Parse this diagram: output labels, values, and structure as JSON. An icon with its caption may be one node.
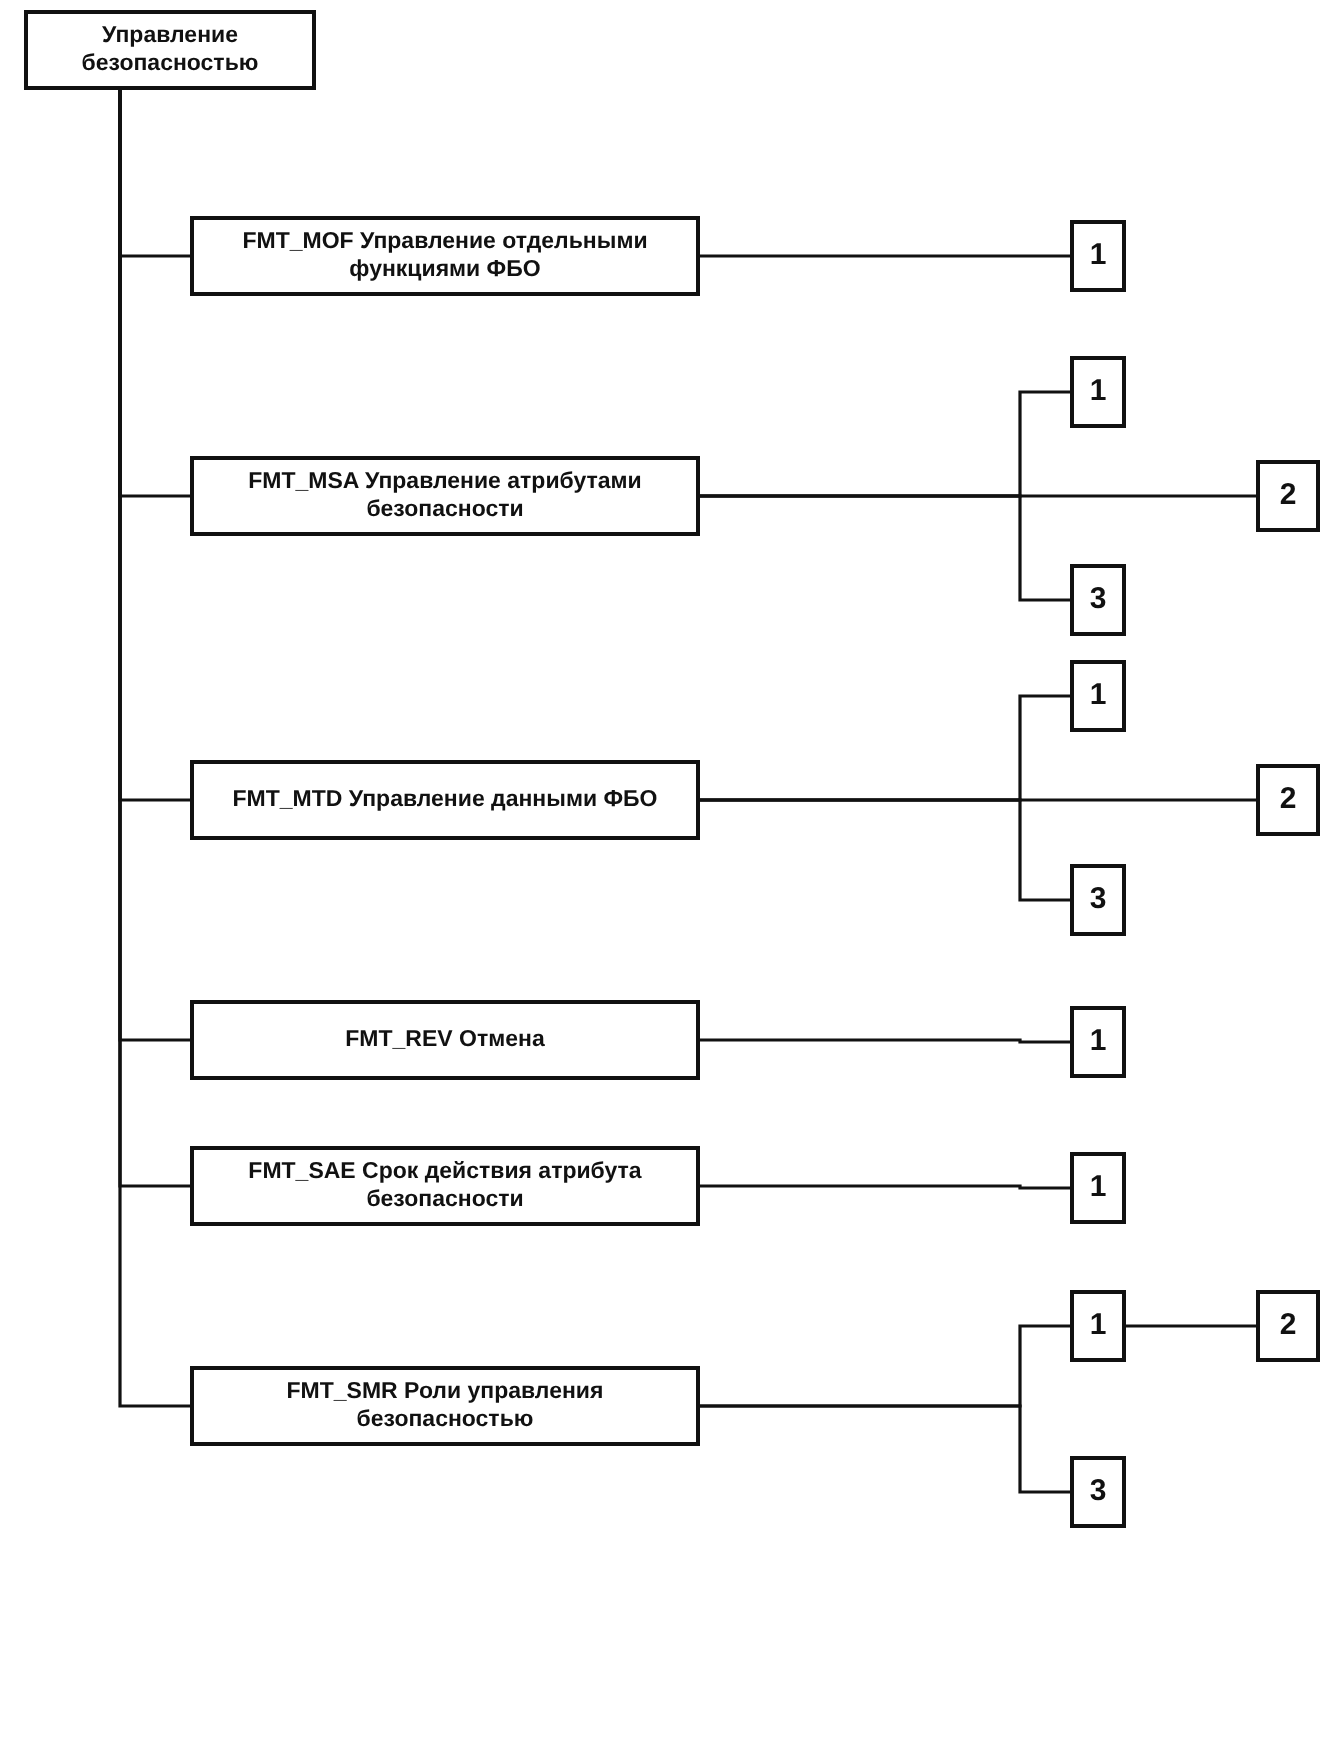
{
  "diagram": {
    "nodes": [
      {
        "text": [
          "Управление безопасностью"
        ]
      },
      {
        "text": [
          "FMT_MOF Управление отдельными функциями ФБО"
        ]
      },
      {
        "text": [
          "1"
        ]
      },
      {
        "text": [
          "FMT_MSA Управление атрибутами безопасности"
        ]
      },
      {
        "text": [
          "1"
        ]
      },
      {
        "text": [
          "2"
        ]
      },
      {
        "text": [
          "3"
        ]
      },
      {
        "text": [
          "FMT_MTD Управление данными ФБО"
        ]
      },
      {
        "text": [
          "1"
        ]
      },
      {
        "text": [
          "2"
        ]
      },
      {
        "text": [
          "3"
        ]
      },
      {
        "text": [
          "FMT_REV Отмена"
        ]
      },
      {
        "text": [
          "1"
        ]
      },
      {
        "text": [
          "FMT_SAE Срок действия атрибута безопасности"
        ]
      },
      {
        "text": [
          "1"
        ]
      },
      {
        "text": [
          "FMT_SMR Роли управления безопасностью"
        ]
      },
      {
        "text": [
          "1"
        ]
      },
      {
        "text": [
          "2"
        ]
      },
      {
        "text": [
          "3"
        ]
      }
    ],
    "edges": [
      {
        "from": 0,
        "to": 1,
        "arrow": "none"
      },
      {
        "from": 0,
        "to": 3,
        "arrow": "none"
      },
      {
        "from": 0,
        "to": 7,
        "arrow": "none"
      },
      {
        "from": 0,
        "to": 11,
        "arrow": "none"
      },
      {
        "from": 0,
        "to": 13,
        "arrow": "none"
      },
      {
        "from": 0,
        "to": 15,
        "arrow": "none"
      },
      {
        "from": 1,
        "to": 2,
        "arrow": "none"
      },
      {
        "from": 3,
        "to": 4,
        "arrow": "none"
      },
      {
        "from": 3,
        "to": 5,
        "arrow": "none"
      },
      {
        "from": 3,
        "to": 6,
        "arrow": "none"
      },
      {
        "from": 7,
        "to": 8,
        "arrow": "none"
      },
      {
        "from": 7,
        "to": 9,
        "arrow": "none"
      },
      {
        "from": 7,
        "to": 10,
        "arrow": "none"
      },
      {
        "from": 11,
        "to": 12,
        "arrow": "none"
      },
      {
        "from": 13,
        "to": 14,
        "arrow": "none"
      },
      {
        "from": 15,
        "to": 16,
        "arrow": "none"
      },
      {
        "from": 15,
        "to": 18,
        "arrow": "none"
      },
      {
        "from": 16,
        "to": 17,
        "arrow": "none"
      }
    ]
  }
}
